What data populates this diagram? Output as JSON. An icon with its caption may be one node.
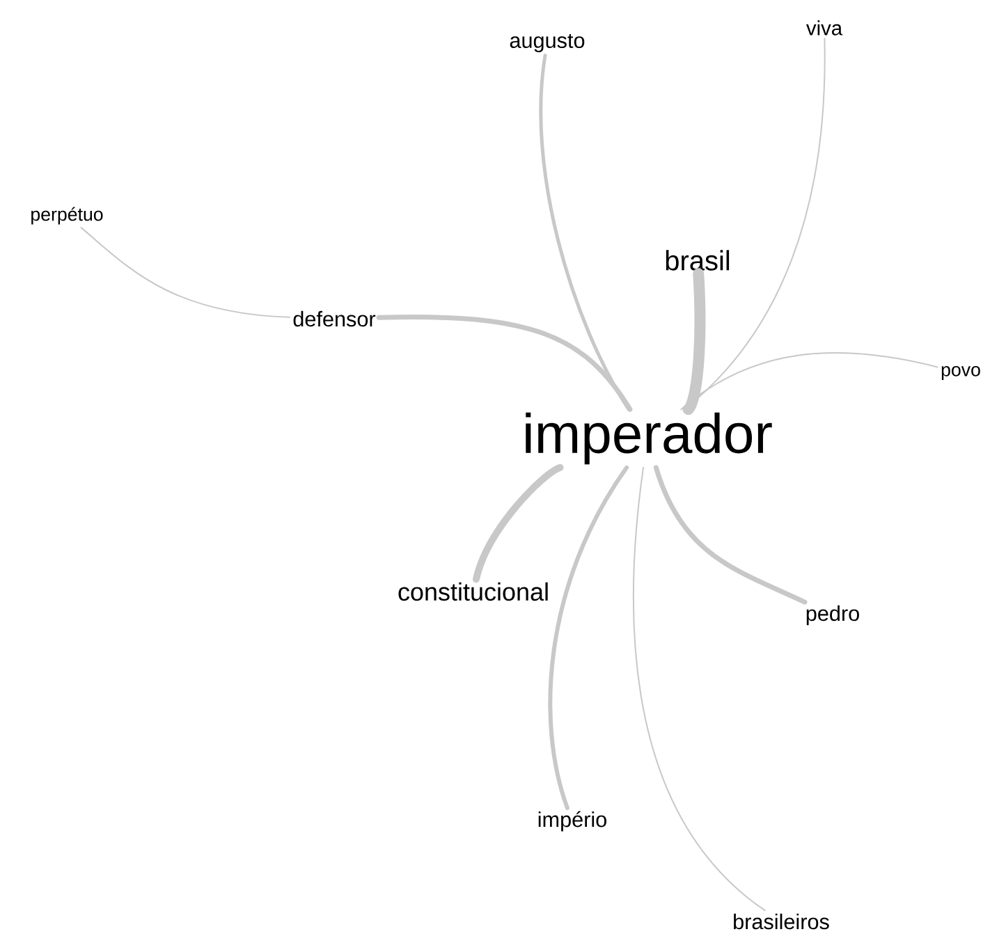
{
  "diagram": {
    "nodes": [
      {
        "text": [
          "imperador"
        ]
      },
      {
        "text": [
          "brasil"
        ]
      },
      {
        "text": [
          "augusto"
        ]
      },
      {
        "text": [
          "viva"
        ]
      },
      {
        "text": [
          "perpétuo"
        ]
      },
      {
        "text": [
          "defensor"
        ]
      },
      {
        "text": [
          "povo"
        ]
      },
      {
        "text": [
          "constitucional"
        ]
      },
      {
        "text": [
          "pedro"
        ]
      },
      {
        "text": [
          "império"
        ]
      },
      {
        "text": [
          "brasileiros"
        ]
      }
    ],
    "edges": [
      {
        "from": 0,
        "to": 1,
        "arrow": "none",
        "style": "thick"
      },
      {
        "from": 0,
        "to": 2,
        "arrow": "none"
      },
      {
        "from": 0,
        "to": 3,
        "arrow": "none"
      },
      {
        "from": 0,
        "to": 6,
        "arrow": "none"
      },
      {
        "from": 0,
        "to": 5,
        "arrow": "none"
      },
      {
        "from": 4,
        "to": 5,
        "arrow": "none"
      },
      {
        "from": 0,
        "to": 7,
        "arrow": "none",
        "style": "thick"
      },
      {
        "from": 0,
        "to": 8,
        "arrow": "none"
      },
      {
        "from": 0,
        "to": 9,
        "arrow": "none"
      },
      {
        "from": 0,
        "to": 10,
        "arrow": "none"
      }
    ]
  }
}
